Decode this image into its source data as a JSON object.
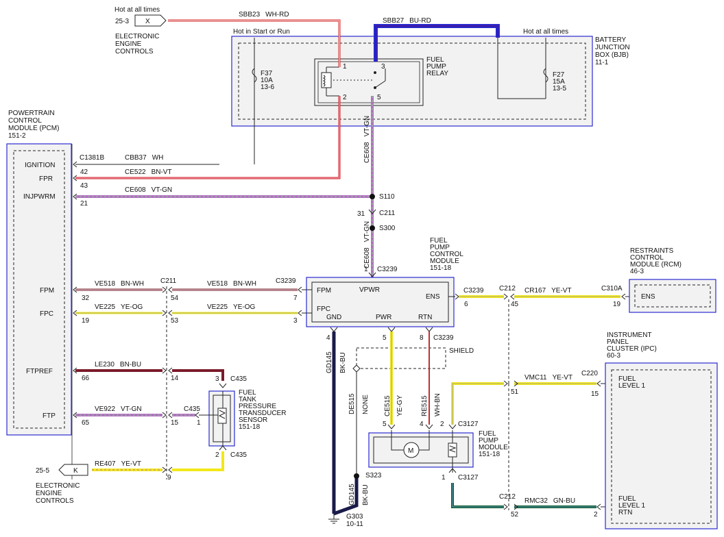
{
  "top_left": {
    "hot_at_all_times": "Hot at all times",
    "ref": "25-3",
    "connector": "X",
    "module": [
      "ELECTRONIC",
      "ENGINE",
      "CONTROLS"
    ]
  },
  "bottom_left": {
    "ref": "25-5",
    "connector": "K",
    "module": [
      "ELECTRONIC",
      "ENGINE",
      "CONTROLS"
    ]
  },
  "bjb": {
    "title": [
      "BATTERY",
      "JUNCTION",
      "BOX (BJB)",
      "11-1"
    ],
    "hot_start_run": "Hot in Start or Run",
    "hot_at_all_times": "Hot at all times",
    "f37": [
      "F37",
      "10A",
      "13-6"
    ],
    "f27": [
      "F27",
      "15A",
      "13-5"
    ],
    "relay_label": [
      "FUEL",
      "PUMP",
      "RELAY"
    ],
    "relay_pins": [
      "1",
      "2",
      "3",
      "5"
    ]
  },
  "circuits_top": {
    "sbb23": "SBB23",
    "sbb23_color": "WH-RD",
    "sbb27": "SBB27",
    "sbb27_color": "BU-RD"
  },
  "pcm": {
    "title": [
      "POWERTRAIN",
      "CONTROL",
      "MODULE (PCM)",
      "151-2"
    ],
    "pins": [
      "IGNITION",
      "FPR",
      "INJPWRM",
      "FPM",
      "FPC",
      "FTPREF",
      "FTP"
    ]
  },
  "wires": {
    "c1381b": "C1381B",
    "cbb37": "CBB37",
    "cbb37_color": "WH",
    "pin42": "42",
    "ce522": "CE522",
    "ce522_color": "BN-VT",
    "pin43": "43",
    "ce608": "CE608",
    "ce608_color": "VT-GN",
    "pin21": "21",
    "ce608_v": "CE608",
    "vtgn_v": "VT-GN",
    "s110": "S110",
    "c211": "C211",
    "pin31": "31",
    "s300": "S300",
    "ce608_v2": "CE608",
    "vtgn_v2": "VT-GN",
    "pin1": "1",
    "c3239": "C3239",
    "ve518a": "VE518",
    "ve518a_color": "BN-WH",
    "c211b": "C211",
    "ve518b": "VE518",
    "ve518b_color": "BN-WH",
    "c3239b": "C3239",
    "pin32": "32",
    "pin54": "54",
    "pin7": "7",
    "ve225a": "VE225",
    "ve225a_color": "YE-OG",
    "ve225b": "VE225",
    "ve225b_color": "YE-OG",
    "pin19": "19",
    "pin53": "53",
    "pin3": "3",
    "le230": "LE230",
    "le230_color": "BN-BU",
    "pin66": "66",
    "pin14": "14",
    "pin3b": "3",
    "c435a": "C435",
    "ve922": "VE922",
    "ve922_color": "VT-GN",
    "c435b": "C435",
    "pin65": "65",
    "pin15": "15",
    "pin1b": "1",
    "pin2": "2",
    "c435c": "C435",
    "re407": "RE407",
    "re407_color": "YE-VT",
    "pin9": "9"
  },
  "fpcm": {
    "title": [
      "FUEL",
      "PUMP",
      "CONTROL",
      "MODULE",
      "151-18"
    ],
    "pins": {
      "fpm": "FPM",
      "vpwr": "VPWR",
      "ens": "ENS",
      "fpc": "FPC",
      "gnd": "GND",
      "pwr": "PWR",
      "rtn": "RTN"
    },
    "pin4": "4",
    "pin5": "5",
    "pin8": "8",
    "c3239": "C3239"
  },
  "ens_wire": {
    "c3239": "C3239",
    "pin6": "6",
    "c212": "C212",
    "pin45": "45",
    "cr167": "CR167",
    "cr167_color": "YE-VT",
    "c310a": "C310A",
    "pin19": "19"
  },
  "rcm": {
    "title": [
      "RESTRAINTS",
      "CONTROL",
      "MODULE (RCM)",
      "46-3"
    ],
    "pin": "ENS"
  },
  "ftpts": {
    "title": [
      "FUEL",
      "TANK",
      "PRESSURE",
      "TRANSDUCER",
      "SENSOR",
      "151-18"
    ]
  },
  "lower_wires": {
    "gd145": "GD145",
    "bkbu": "BK-BU",
    "de515": "DE515",
    "none": "NONE",
    "ce515": "CE515",
    "yegy": "YE-GY",
    "re515": "RE515",
    "whbn": "WH-BN",
    "shield": "SHIELD",
    "pin5": "5",
    "pin4": "4",
    "pin2": "2",
    "c3127": "C3127",
    "s323": "S323",
    "gd145b": "GD145",
    "bkbu2": "BK-BU",
    "g303": "G303",
    "g303ref": "10-11",
    "pin1": "1",
    "c3127b": "C3127",
    "vmc11": "VMC11",
    "vmc11_color": "YE-VT",
    "c220": "C220",
    "pin51": "51",
    "pin15": "15",
    "c212b": "C212",
    "rmc32": "RMC32",
    "rmc32_color": "GN-BU",
    "pin52": "52",
    "pin2b": "2"
  },
  "fpm_module": {
    "title": [
      "FUEL",
      "PUMP",
      "MODULE",
      "151-18"
    ],
    "motor": "M"
  },
  "ipc": {
    "title": [
      "INSTRUMENT",
      "PANEL",
      "CLUSTER (IPC)",
      "60-3"
    ],
    "fuel_level_1": [
      "FUEL",
      "LEVEL 1"
    ],
    "fuel_level_rtn": [
      "FUEL",
      "LEVEL 1",
      "RTN"
    ]
  },
  "colors": {
    "red": "#d42020",
    "blue": "#2a2ad0",
    "violet": "#b070c0",
    "green": "#8fd08f",
    "brown": "#7a1a2a",
    "yellow": "#f2e81a",
    "dark_green": "#0c5a2c",
    "black": "#111111"
  }
}
